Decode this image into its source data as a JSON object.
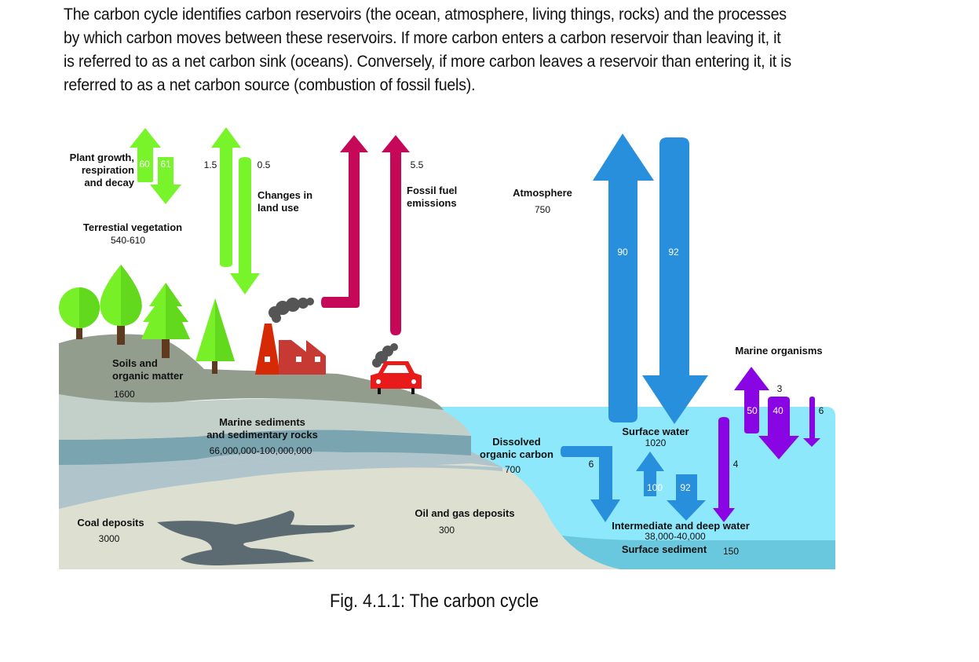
{
  "intro": {
    "lines": [
      "The carbon cycle identifies carbon reservoirs (the ocean, atmosphere, living things, rocks) and the processes",
      "by which carbon moves between these reservoirs. If more carbon enters a carbon reservoir than leaving it, it",
      "is referred to as a net carbon sink (oceans). Conversely, if more carbon leaves a reservoir than entering it, it is",
      "referred to as a net carbon source (combustion of fossil fuels)."
    ]
  },
  "caption": "Fig. 4.1.1: The carbon cycle",
  "reservoirs": {
    "terrestrial_vegetation": {
      "label": "Terrestial vegetation",
      "value": "540-610"
    },
    "soils": {
      "label_line1": "Soils and",
      "label_line2": "organic matter",
      "value": "1600"
    },
    "marine_sediments": {
      "label_line1": "Marine sediments",
      "label_line2": "and sedimentary rocks",
      "value": "66,000,000-100,000,000"
    },
    "coal": {
      "label": "Coal deposits",
      "value": "3000"
    },
    "oil_gas": {
      "label": "Oil and gas deposits",
      "value": "300"
    },
    "atmosphere": {
      "label": "Atmosphere",
      "value": "750"
    },
    "dissolved_organic_carbon": {
      "label_line1": "Dissolved",
      "label_line2": "organic carbon",
      "value": "700"
    },
    "surface_water": {
      "label": "Surface water",
      "value": "1020"
    },
    "deep_water": {
      "label": "Intermediate and deep water",
      "value": "38,000-40,000"
    },
    "surface_sediment": {
      "label": "Surface sediment",
      "value": "150"
    },
    "marine_organisms": {
      "label": "Marine organisms"
    }
  },
  "processes": {
    "plant_growth": {
      "label_line1": "Plant growth,",
      "label_line2": "respiration",
      "label_line3": "and decay",
      "up": "60",
      "down": "61"
    },
    "land_use": {
      "label_line1": "Changes in",
      "label_line2": "land use",
      "up": "1.5",
      "down": "0.5"
    },
    "fossil_fuel": {
      "label_line1": "Fossil fuel",
      "label_line2": "emissions",
      "value": "5.5"
    },
    "ocean_atmosphere": {
      "up": "90",
      "down": "92"
    },
    "surface_deep": {
      "up": "100",
      "down": "92"
    },
    "doc_flux": "6",
    "marine_down": "4",
    "marine_up": "50",
    "marine_down2": "40",
    "marine_small": "3",
    "marine_sink": "6"
  },
  "colors": {
    "vegetation_green": "#77f52a",
    "fossil_magenta": "#c50858",
    "ocean_blue": "#278fdc",
    "marine_purple": "#8a05e3",
    "sea": "#8ee8fb",
    "sediment_sea": "#6ac8de"
  }
}
